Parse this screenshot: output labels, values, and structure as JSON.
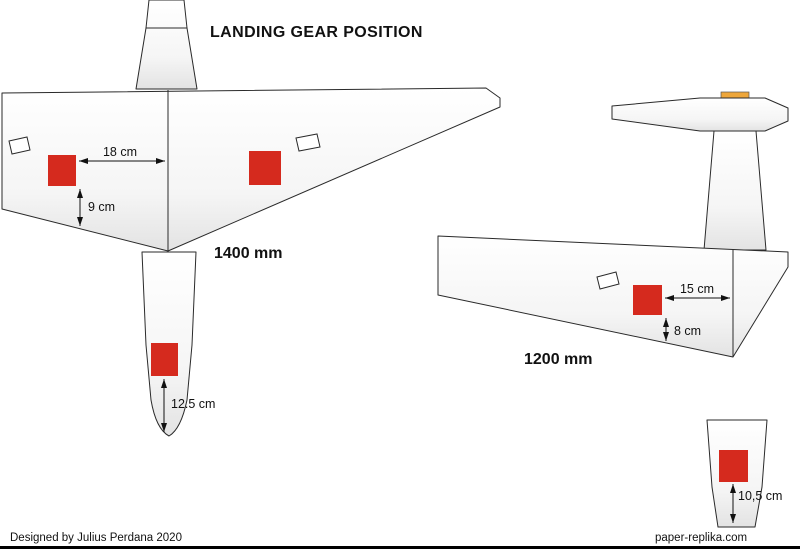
{
  "title": "LANDING GEAR POSITION",
  "colors": {
    "gear_red": "#d52a1e",
    "tab_yellow": "#eda63a"
  },
  "planes": {
    "large": {
      "label": "1400 mm",
      "dim_wing_horizontal": "18 cm",
      "dim_wing_vertical": "9 cm",
      "dim_tail": "12.5 cm"
    },
    "small": {
      "label": "1200 mm",
      "dim_wing_horizontal": "15 cm",
      "dim_wing_vertical": "8 cm",
      "dim_tail": "10,5 cm"
    }
  },
  "footer": {
    "credit": "Designed by Julius Perdana 2020",
    "website": "paper-replika.com"
  }
}
